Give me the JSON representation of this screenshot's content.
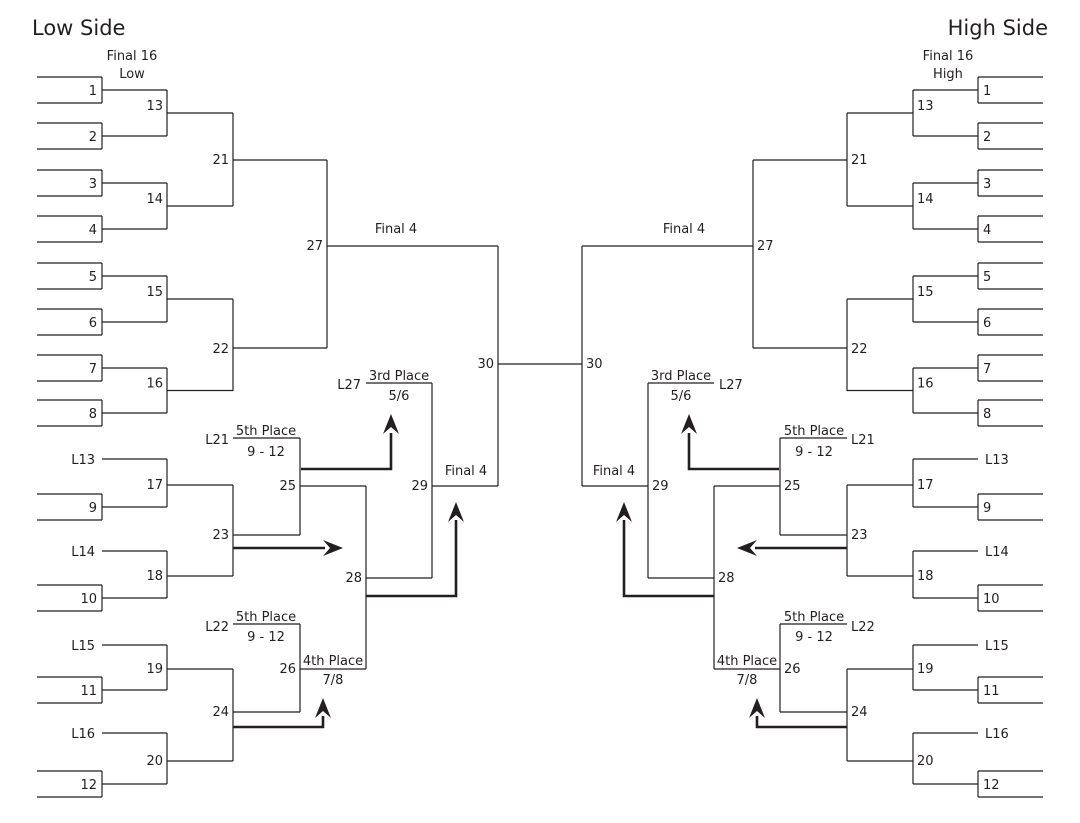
{
  "titles": {
    "low": "Low Side",
    "high": "High Side"
  },
  "low": {
    "round_header": [
      "Final 16",
      "Low"
    ],
    "seeds": [
      "1",
      "2",
      "3",
      "4",
      "5",
      "6",
      "7",
      "8",
      "L13",
      "9",
      "L14",
      "10",
      "L15",
      "11",
      "L16",
      "12"
    ],
    "g13": "13",
    "g14": "14",
    "g15": "15",
    "g16": "16",
    "g17": "17",
    "g18": "18",
    "g19": "19",
    "g20": "20",
    "g21": "21",
    "g22": "22",
    "g23": "23",
    "g24": "24",
    "g25": "25",
    "g26": "26",
    "g27": "27",
    "g28": "28",
    "g29": "29",
    "g30": "30",
    "final4_top": "Final 4",
    "final4_bottom": "Final 4",
    "third_label": "3rd Place",
    "third_places": "5/6",
    "third_feed": "L27",
    "fifth_a_label": "5th Place",
    "fifth_a_places": "9 - 12",
    "fifth_a_feed": "L21",
    "fifth_b_label": "5th Place",
    "fifth_b_places": "9 - 12",
    "fifth_b_feed": "L22",
    "fourth_label": "4th Place",
    "fourth_places": "7/8"
  },
  "high": {
    "round_header": [
      "Final 16",
      "High"
    ],
    "seeds": [
      "1",
      "2",
      "3",
      "4",
      "5",
      "6",
      "7",
      "8",
      "L13",
      "9",
      "L14",
      "10",
      "L15",
      "11",
      "L16",
      "12"
    ],
    "g13": "13",
    "g14": "14",
    "g15": "15",
    "g16": "16",
    "g17": "17",
    "g18": "18",
    "g19": "19",
    "g20": "20",
    "g21": "21",
    "g22": "22",
    "g23": "23",
    "g24": "24",
    "g25": "25",
    "g26": "26",
    "g27": "27",
    "g28": "28",
    "g29": "29",
    "g30": "30",
    "final4_top": "Final 4",
    "final4_bottom": "Final 4",
    "third_label": "3rd Place",
    "third_places": "5/6",
    "third_feed": "L27",
    "fifth_a_label": "5th Place",
    "fifth_a_places": "9 - 12",
    "fifth_a_feed": "L21",
    "fifth_b_label": "5th Place",
    "fifth_b_places": "9 - 12",
    "fifth_b_feed": "L22",
    "fourth_label": "4th Place",
    "fourth_places": "7/8"
  }
}
